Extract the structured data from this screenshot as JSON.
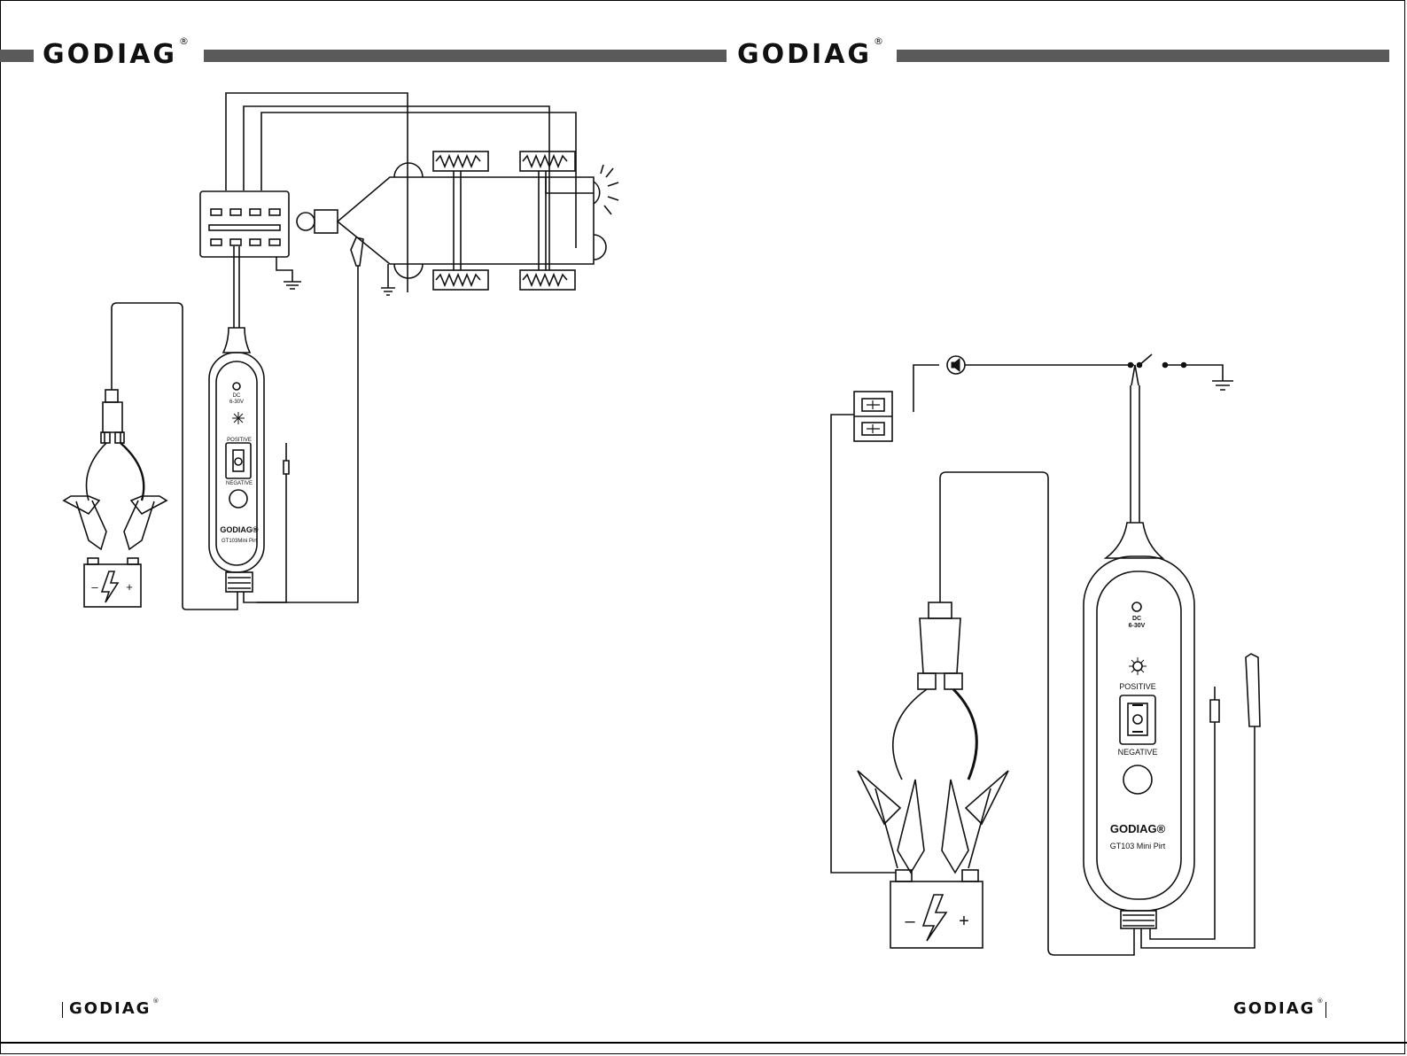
{
  "header": {
    "brand": "GODIAG",
    "reg_mark": "®"
  },
  "footer": {
    "brand": "GODIAG",
    "reg_mark": "®"
  },
  "left_diagram": {
    "device_brand": "GODIAG®",
    "device_model": "GT103Mini Pirt",
    "label_dc": "DC",
    "label_voltage": "6-30V",
    "label_positive": "POSITIVE",
    "label_negative": "NEGATIVE",
    "battery_minus": "–",
    "battery_plus": "+"
  },
  "right_diagram": {
    "device_brand": "GODIAG®",
    "device_model": "GT103 Mini Pirt",
    "label_dc": "DC",
    "label_voltage": "6-30V",
    "label_positive": "POSITIVE",
    "label_negative": "NEGATIVE",
    "battery_minus": "–",
    "battery_plus": "+"
  },
  "icons": [
    "godiag-logo",
    "ground-icon",
    "speaker-icon",
    "switch-icon",
    "battery-icon",
    "light-icon",
    "fuse-box-icon",
    "alligator-clip-icon",
    "probe-icon"
  ]
}
